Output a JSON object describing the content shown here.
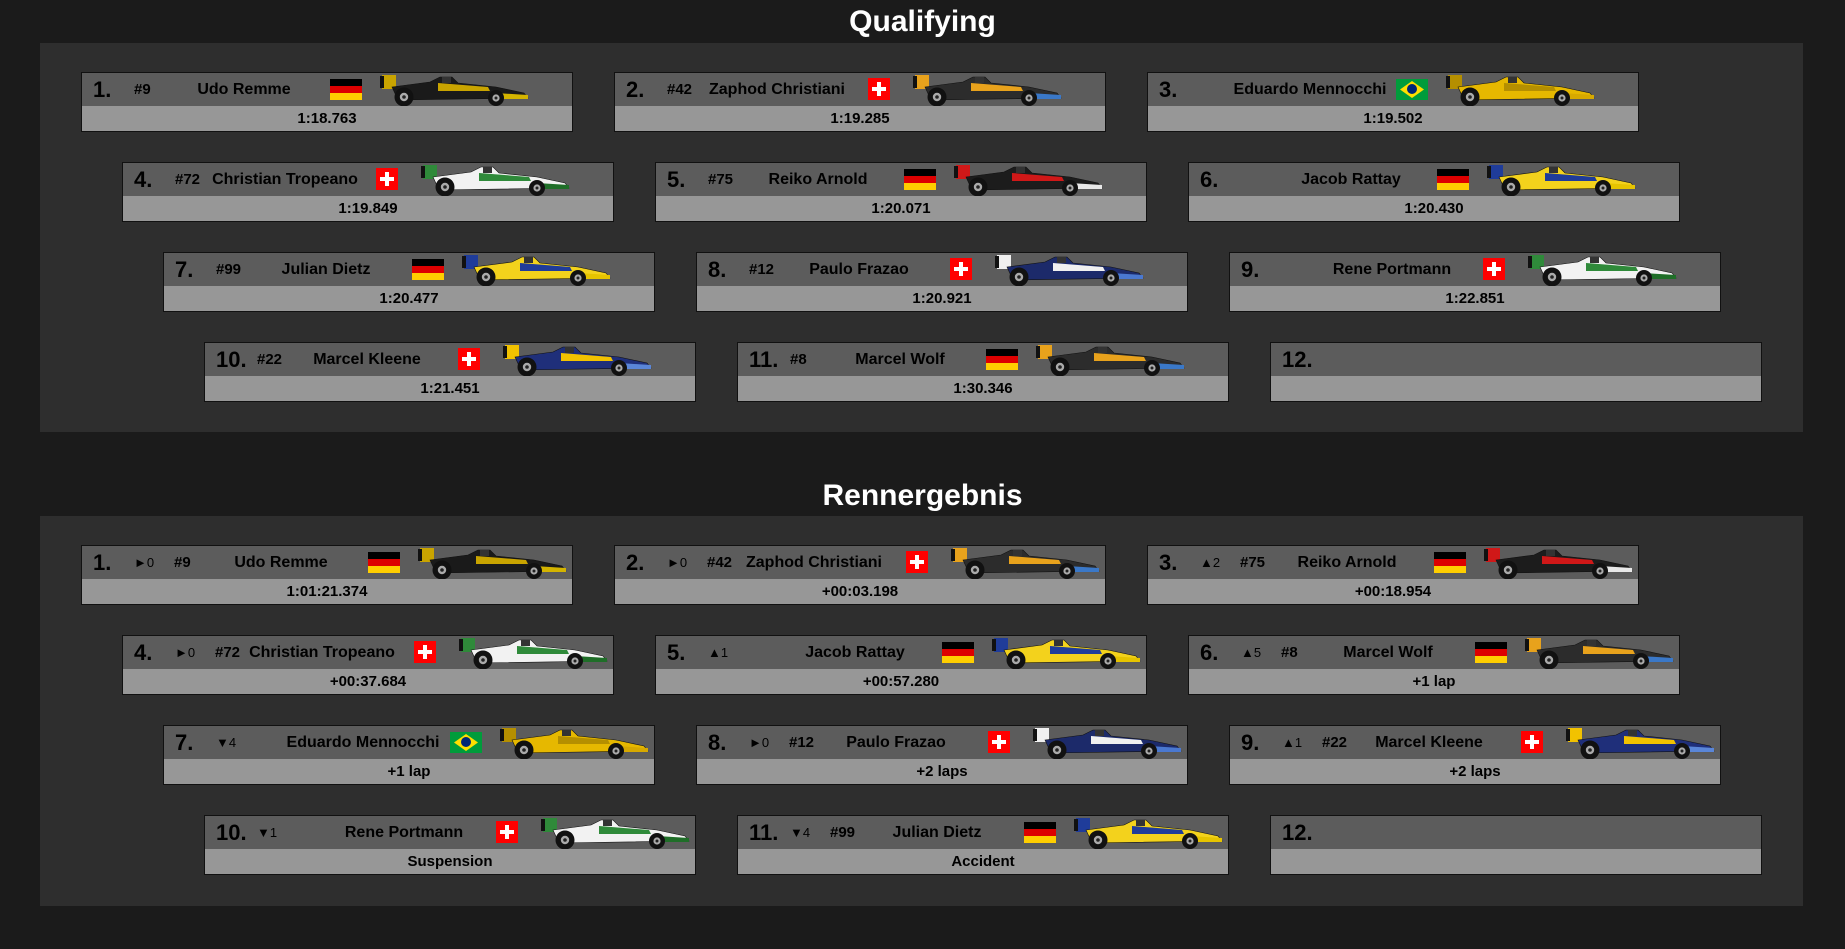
{
  "qualifying": {
    "title": "Qualifying",
    "entries": [
      {
        "pos": "1.",
        "num": "#9",
        "name": "Udo Remme",
        "flag": "ger",
        "result": "1:18.763",
        "car": "lotus"
      },
      {
        "pos": "2.",
        "num": "#42",
        "name": "Zaphod Christiani",
        "flag": "sui",
        "result": "1:19.285",
        "car": "benetton"
      },
      {
        "pos": "3.",
        "num": "",
        "name": "Eduardo Mennocchi",
        "flag": "bra",
        "result": "1:19.502",
        "car": "yellow"
      },
      {
        "pos": "4.",
        "num": "#72",
        "name": "Christian Tropeano",
        "flag": "sui",
        "result": "1:19.849",
        "car": "white-green"
      },
      {
        "pos": "5.",
        "num": "#75",
        "name": "Reiko Arnold",
        "flag": "ger",
        "result": "1:20.071",
        "car": "red"
      },
      {
        "pos": "6.",
        "num": "",
        "name": "Jacob Rattay",
        "flag": "ger",
        "result": "1:20.430",
        "car": "yellow-blue"
      },
      {
        "pos": "7.",
        "num": "#99",
        "name": "Julian Dietz",
        "flag": "ger",
        "result": "1:20.477",
        "car": "yellow-blue"
      },
      {
        "pos": "8.",
        "num": "#12",
        "name": "Paulo Frazao",
        "flag": "sui",
        "result": "1:20.921",
        "car": "navy"
      },
      {
        "pos": "9.",
        "num": "",
        "name": "Rene Portmann",
        "flag": "sui",
        "result": "1:22.851",
        "car": "white-green"
      },
      {
        "pos": "10.",
        "num": "#22",
        "name": "Marcel Kleene",
        "flag": "sui",
        "result": "1:21.451",
        "car": "navy-yellow"
      },
      {
        "pos": "11.",
        "num": "#8",
        "name": "Marcel Wolf",
        "flag": "ger",
        "result": "1:30.346",
        "car": "benetton"
      },
      {
        "pos": "12.",
        "num": "",
        "name": "",
        "flag": "",
        "result": "",
        "car": ""
      }
    ]
  },
  "race": {
    "title": "Rennergebnis",
    "entries": [
      {
        "pos": "1.",
        "delta": "►0",
        "num": "#9",
        "name": "Udo Remme",
        "flag": "ger",
        "result": "1:01:21.374",
        "car": "lotus"
      },
      {
        "pos": "2.",
        "delta": "►0",
        "num": "#42",
        "name": "Zaphod Christiani",
        "flag": "sui",
        "result": "+00:03.198",
        "car": "benetton"
      },
      {
        "pos": "3.",
        "delta": "▲2",
        "num": "#75",
        "name": "Reiko Arnold",
        "flag": "ger",
        "result": "+00:18.954",
        "car": "red"
      },
      {
        "pos": "4.",
        "delta": "►0",
        "num": "#72",
        "name": "Christian Tropeano",
        "flag": "sui",
        "result": "+00:37.684",
        "car": "white-green"
      },
      {
        "pos": "5.",
        "delta": "▲1",
        "num": "",
        "name": "Jacob Rattay",
        "flag": "ger",
        "result": "+00:57.280",
        "car": "yellow-blue"
      },
      {
        "pos": "6.",
        "delta": "▲5",
        "num": "#8",
        "name": "Marcel Wolf",
        "flag": "ger",
        "result": "+1 lap",
        "car": "benetton"
      },
      {
        "pos": "7.",
        "delta": "▼4",
        "num": "",
        "name": "Eduardo Mennocchi",
        "flag": "bra",
        "result": "+1 lap",
        "car": "yellow"
      },
      {
        "pos": "8.",
        "delta": "►0",
        "num": "#12",
        "name": "Paulo Frazao",
        "flag": "sui",
        "result": "+2 laps",
        "car": "navy"
      },
      {
        "pos": "9.",
        "delta": "▲1",
        "num": "#22",
        "name": "Marcel Kleene",
        "flag": "sui",
        "result": "+2 laps",
        "car": "navy-yellow"
      },
      {
        "pos": "10.",
        "delta": "▼1",
        "num": "",
        "name": "Rene Portmann",
        "flag": "sui",
        "result": "Suspension",
        "car": "white-green"
      },
      {
        "pos": "11.",
        "delta": "▼4",
        "num": "#99",
        "name": "Julian Dietz",
        "flag": "ger",
        "result": "Accident",
        "car": "yellow-blue"
      },
      {
        "pos": "12.",
        "delta": "",
        "num": "",
        "name": "",
        "flag": "",
        "result": "",
        "car": ""
      }
    ]
  },
  "car_colors": {
    "lotus": {
      "body": "#1a1a1a",
      "accent": "#c9a400",
      "nose": "#d4b400"
    },
    "benetton": {
      "body": "#2c2c2c",
      "accent": "#e8a21c",
      "nose": "#3a78c8"
    },
    "yellow": {
      "body": "#e6b800",
      "accent": "#b58f00",
      "nose": "#d7a900"
    },
    "white-green": {
      "body": "#f2f2f2",
      "accent": "#2f8a3a",
      "nose": "#1f6e28"
    },
    "red": {
      "body": "#1c1c1c",
      "accent": "#d01818",
      "nose": "#e8e8e8"
    },
    "yellow-blue": {
      "body": "#f3d21c",
      "accent": "#1f3c9a",
      "nose": "#e6c400"
    },
    "navy": {
      "body": "#1c2a6a",
      "accent": "#f0f0f0",
      "nose": "#4a78d0"
    },
    "navy-yellow": {
      "body": "#1f2f7a",
      "accent": "#f2c200",
      "nose": "#5a86d8"
    }
  }
}
